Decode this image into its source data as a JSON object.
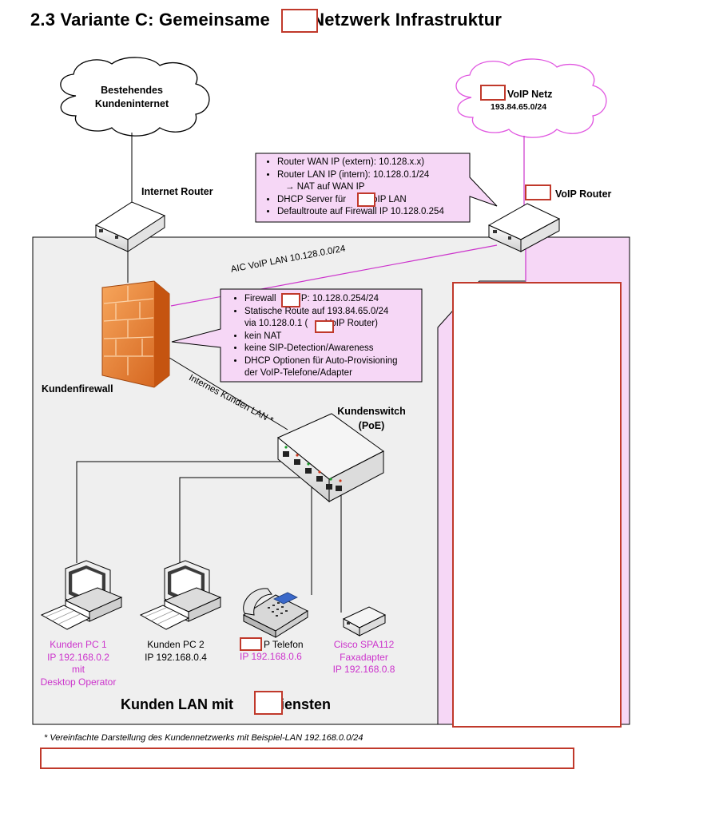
{
  "heading": {
    "part1": "2.3  Variante C: Gemeinsame",
    "part2": "/Netzwerk Infrastruktur"
  },
  "cloud_internet": {
    "line1": "Bestehendes",
    "line2": "Kundeninternet"
  },
  "cloud_voip": {
    "title": "VoIP Netz",
    "subnet": "193.84.65.0/24"
  },
  "router_labels": {
    "internet_router": "Internet Router",
    "voip_router": "VoIP Router"
  },
  "voip_router_callout": {
    "item1": "Router WAN IP (extern): 10.128.x.x)",
    "item2": "Router LAN IP (intern): 10.128.0.1/24",
    "item2_sub": "→ NAT auf WAN IP",
    "item3_prefix": "DHCP Server für",
    "item3_suffix": "VoIP LAN",
    "item4": "Defaultroute auf Firewall IP 10.128.0.254"
  },
  "voip_lan_label": "AIC VoIP LAN 10.128.0.0/24",
  "firewall_callout": {
    "item1_prefix": "Firewall",
    "item1_suffix": "IP: 10.128.0.254/24",
    "item2_line1": "Statische Route auf 193.84.65.0/24",
    "item2_line2_prefix": "via 10.128.0.1 (",
    "item2_line2_suffix": "VoIP Router)",
    "item3": "kein NAT",
    "item4": "keine SIP-Detection/Awareness",
    "item5_line1": "DHCP Optionen für Auto-Provisioning",
    "item5_line2": "der VoIP-Telefone/Adapter"
  },
  "firewall_label": "Kundenfirewall",
  "internal_lan_label": "Internes Kunden LAN *",
  "switch_label": {
    "line1": "Kundenswitch",
    "line2": "(PoE)"
  },
  "devices": {
    "pc1": {
      "line1": "Kunden PC 1",
      "line2": "IP 192.168.0.2",
      "line3": "mit",
      "line4": "Desktop Operator"
    },
    "pc2": {
      "line1": "Kunden PC 2",
      "line2": "IP 192.168.0.4"
    },
    "phone": {
      "line1": "P Telefon",
      "line2": "IP 192.168.0.6"
    },
    "fax": {
      "line1": "Cisco SPA112",
      "line2": "Faxadapter",
      "line3": "IP 192.168.0.8"
    }
  },
  "lan_title": {
    "prefix": "Kunden LAN mit",
    "suffix": "Diensten"
  },
  "footnote": "* Vereinfachte Darstellung des Kundennetzwerks mit Beispiel-LAN 192.168.0.0/24",
  "colors": {
    "magenta": "#cc33cc",
    "voip_fill": "#f6d7f6",
    "lan_fill": "#efefef",
    "redaction": "#c0392b",
    "firewall": "#e8782a"
  }
}
